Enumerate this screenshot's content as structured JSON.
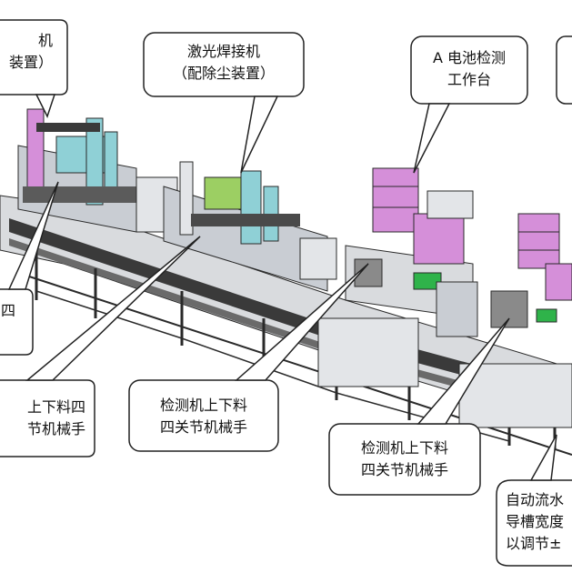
{
  "callouts": [
    {
      "id": "top-left-partial",
      "lines": [
        "机",
        "装置）"
      ]
    },
    {
      "id": "laser-welder",
      "lines": [
        "激光焊接机",
        "（配除尘装置）"
      ]
    },
    {
      "id": "battery-a-station",
      "lines": [
        "A 电池检测",
        "工作台"
      ]
    },
    {
      "id": "left-robot-partial",
      "lines": [
        "四",
        ""
      ]
    },
    {
      "id": "loader-robot-1",
      "lines": [
        "上下料四",
        "节机械手"
      ]
    },
    {
      "id": "loader-robot-2",
      "lines": [
        "检测机上下料",
        "四关节机械手"
      ]
    },
    {
      "id": "loader-robot-3",
      "lines": [
        "检测机上下料",
        "四关节机械手"
      ]
    },
    {
      "id": "conveyor-note",
      "lines": [
        "自动流水",
        "导槽宽度",
        "以调节±"
      ]
    }
  ],
  "colors": {
    "frame": "#2a2a2a",
    "cabinet": "#c9cdd3",
    "panel_blue": "#8fd0d6",
    "panel_magenta": "#d58fd9",
    "accent_green": "#2fb34a",
    "bubble_stroke": "#222222"
  }
}
